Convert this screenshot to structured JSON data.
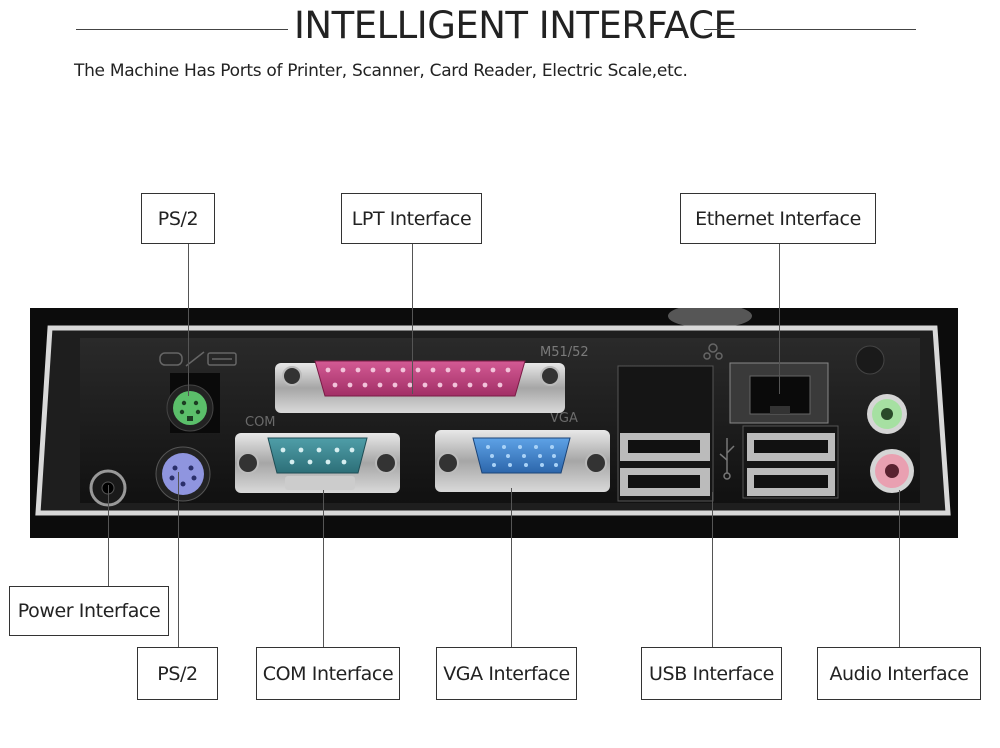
{
  "header": {
    "title": "INTELLIGENT INTERFACE",
    "subtitle": "The Machine Has Ports of Printer,  Scanner, Card Reader, Electric Scale,etc."
  },
  "panel_markings": {
    "model": "M51/52",
    "com": "COM",
    "vga": "VGA"
  },
  "labels": {
    "ps2_top": "PS/2",
    "lpt": "LPT Interface",
    "ethernet": "Ethernet Interface",
    "power": "Power Interface",
    "ps2_bottom": "PS/2",
    "com": "COM Interface",
    "vga": "VGA Interface",
    "usb": "USB Interface",
    "audio": "Audio Interface"
  },
  "colors": {
    "ps2_mouse": "#5bbf6a",
    "ps2_keyboard": "#8f95df",
    "lpt": "#c2417d",
    "com": "#3e8a95",
    "vga": "#3d7fc6",
    "audio_line": "#a6e0a2",
    "audio_mic": "#e9a0b1"
  },
  "icons": {
    "mouse": "mouse-icon",
    "keyboard": "keyboard-icon",
    "network": "network-icon",
    "usb": "usb-icon"
  }
}
